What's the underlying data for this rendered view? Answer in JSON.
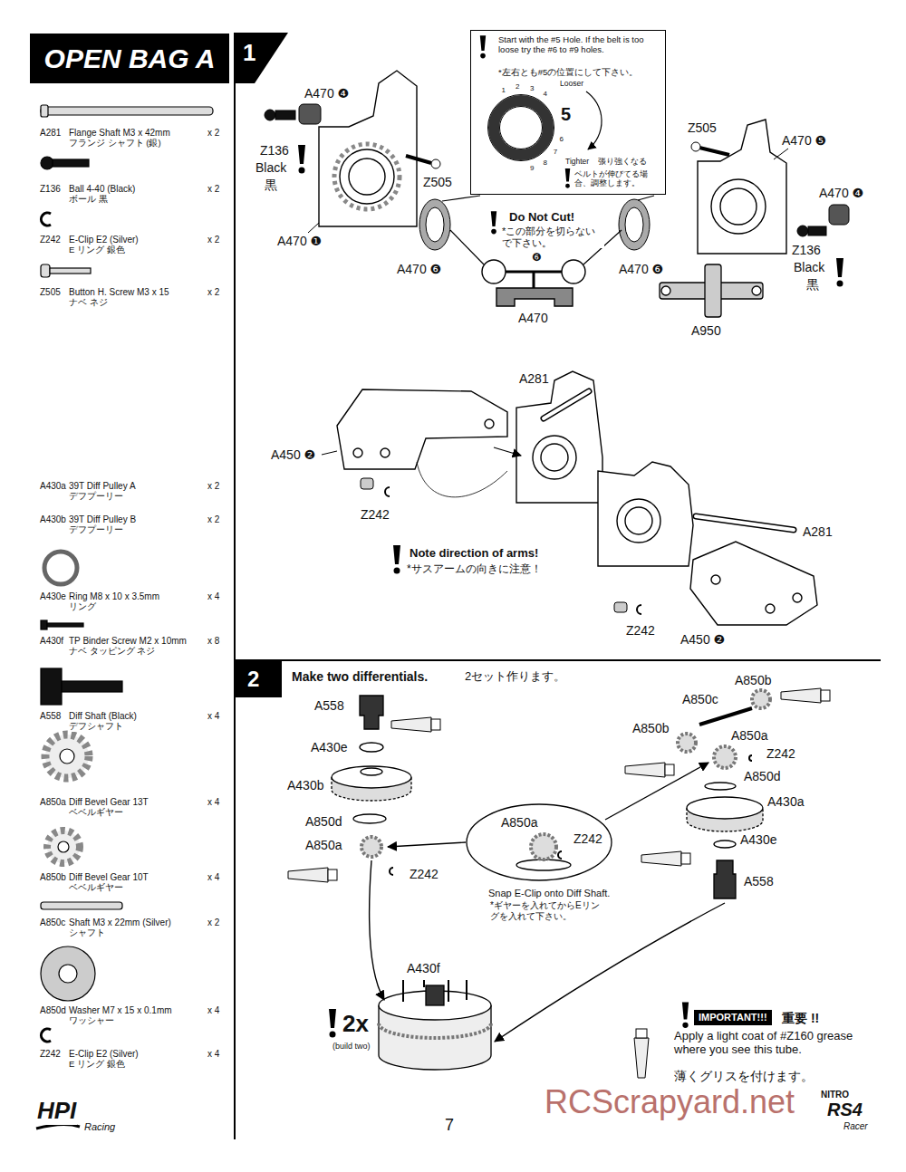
{
  "diagram": {
    "title": "OPEN BAG A",
    "nodes": [
      {
        "text": [
          "1"
        ]
      },
      {
        "text": [
          "Start with the #5 Hole. If the belt is too loose try the #6 to #9 holes.",
          "*左右とも#5の位置にして下さい。",
          "1",
          "2",
          "3",
          "4",
          "Looser",
          "5",
          "6",
          "7",
          "Tighter",
          "張り強くなる",
          "8",
          "9",
          "ベルトが伸びてる場合、調整します。"
        ]
      },
      {
        "text": [
          "2"
        ]
      },
      {
        "text": [
          "IMPORTANT!!!"
        ]
      }
    ],
    "labels": [
      "A281",
      "Flange Shaft M3 x 42mm",
      "フランジ シャフト (銀)",
      "x 2",
      "Z136",
      "Ball 4-40 (Black)",
      "ボール 黒",
      "x 2",
      "Z242",
      "E-Clip E2 (Silver)",
      "E リング 銀色",
      "x 2",
      "Z505",
      "Button H. Screw M3 x 15",
      "ナベ ネジ",
      "x 2",
      "A430a",
      "39T Diff Pulley A",
      "デフプーリー",
      "x 2",
      "A430b",
      "39T Diff Pulley B",
      "デフプーリー",
      "x 2",
      "A430e",
      "Ring M8 x 10 x 3.5mm",
      "リング",
      "x 4",
      "A430f",
      "TP Binder Screw M2 x 10mm",
      "ナベ タッピング ネジ",
      "x 8",
      "A558",
      "Diff Shaft (Black)",
      "デフシャフト",
      "x 4",
      "A850a",
      "Diff Bevel Gear 13T",
      "ベベルギヤー",
      "x 4",
      "A850b",
      "Diff Bevel Gear 10T",
      "ベベルギヤー",
      "x 4",
      "A850c",
      "Shaft M3 x 22mm (Silver)",
      "シャフト",
      "x 2",
      "A850d",
      "Washer M7 x 15 x 0.1mm",
      "ワッシャー",
      "x 4",
      "Z242",
      "E-Clip E2 (Silver)",
      "E リング 銀色",
      "x 4",
      "HPI",
      "Racing",
      "7",
      "NITRO",
      "RS4",
      "Racer",
      "RCScrapyard.net",
      "A470 ❹",
      "Z136",
      "Black",
      "黒",
      "Z505",
      "A470 ❶",
      "A470 ❻",
      "Do Not Cut!",
      "*この部分を切らないで下さい。",
      "❻",
      "A470",
      "A470 ❻",
      "Z505",
      "A470 ❺",
      "A470 ❹",
      "Z136",
      "Black",
      "黒",
      "A950",
      "A281",
      "A450 ❷",
      "Z242",
      "Note direction of arms!",
      "*サスアームの向きに注意！",
      "A281",
      "Z242",
      "A450 ❷",
      "Make two differentials.",
      "2セット作ります。",
      "A558",
      "A430e",
      "A430b",
      "A850d",
      "A850a",
      "Z242",
      "A850a",
      "Z242",
      "Snap E-Clip onto Diff Shaft.",
      "*ギヤーを入れてからEリングを入れて下さい。",
      "A850b",
      "A850c",
      "A850b",
      "A850a",
      "Z242",
      "A850d",
      "A430a",
      "A430e",
      "A558",
      "A430f",
      "2x",
      "(build two)",
      "重要 !!",
      "Apply a light coat of #Z160 grease where you see this tube.",
      "薄くグリスを付けます。"
    ]
  }
}
